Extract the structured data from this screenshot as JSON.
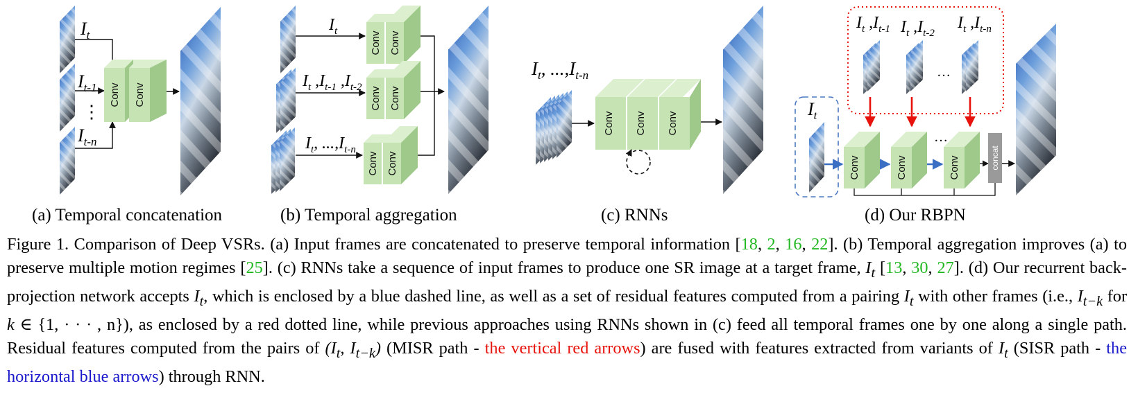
{
  "colors": {
    "conv_front": "#c6e3b4",
    "conv_top": "#dcefcf",
    "conv_side": "#9fc98a",
    "cite": "#22b822",
    "red_arrow": "#e8120c",
    "blue_arrow": "#3a6fc4",
    "blue_box": "#4a78c2",
    "concat": "#9a9a9a"
  },
  "labels": {
    "conv": "Conv",
    "concat": "concat",
    "ellipsis": "…",
    "vdots": "⋮"
  },
  "panels": {
    "a": {
      "caption": "(a) Temporal concatenation",
      "inputs": [
        {
          "base": "I",
          "sub": "t"
        },
        {
          "base": "I",
          "sub": "t-1"
        },
        {
          "base": "I",
          "sub": "t-n"
        }
      ]
    },
    "b": {
      "caption": "(b) Temporal aggregation",
      "inputs": [
        "I_t",
        "I_t, I_t-1, I_t-2",
        "I_t, ..., I_t-n"
      ]
    },
    "c": {
      "caption": "(c) RNNs",
      "input": "I_t, ..., I_t-n"
    },
    "d": {
      "caption": "(d) Our RBPN",
      "input": "I_t",
      "pairs": [
        "I_t, I_t-1",
        "I_t, I_t-2",
        "I_t, I_t-n"
      ]
    }
  },
  "caption": {
    "figure_label": "Figure 1.",
    "title": "Comparison of Deep VSRs.",
    "p1": "(a) Input frames are concatenated to preserve temporal information [",
    "cites1": [
      "18",
      "2",
      "16",
      "22"
    ],
    "p2": "]. (b) Temporal aggregation improves (a) to preserve multiple motion regimes [",
    "cite2": "25",
    "p3": "]. (c) RNNs take a sequence of input frames to produce one SR image at a target frame,",
    "math_It": "I",
    "math_t": "t",
    "cites3": [
      "13",
      "30",
      "27"
    ],
    "p4": "]. (d) Our recurrent back-projection network accepts",
    "p5": ", which is enclosed by a blue dashed line, as well as a set of residual features computed from a pairing",
    "p6": "with other frames (i.e.,",
    "math_tk": "t−k",
    "p7": "for",
    "math_k": "k",
    "math_set": "∈ {1, · · · , n}",
    "p8": "), as enclosed by a red dotted line, while previous approaches using RNNs shown in (c) feed all temporal frames one by one along a single path. Residual features computed from the pairs of",
    "math_pair": "(I",
    "math_pair_mid": ", I",
    "math_pair_end": ")",
    "p9": "(MISR path -",
    "red_text": "the vertical red arrows",
    "p10": ") are fused with features extracted from variants of",
    "p11": "(SISR path -",
    "blue_text": "the horizontal blue arrows",
    "p12": ") through RNN."
  }
}
